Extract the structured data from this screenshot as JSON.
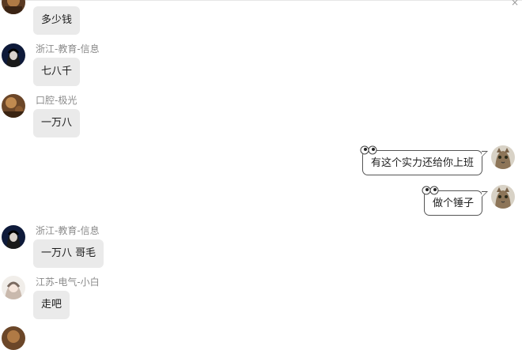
{
  "messages": [
    {
      "side": "left",
      "sender": "",
      "text": "多少钱",
      "avatar": "brown-avatar"
    },
    {
      "side": "left",
      "sender": "浙江-教育-信息",
      "text": "七八千",
      "avatar": "dark-avatar"
    },
    {
      "side": "left",
      "sender": "口腔-极光",
      "text": "一万八",
      "avatar": "brown-avatar"
    },
    {
      "side": "right",
      "text": "有这个实力还给你上班",
      "avatar": "cat-avatar"
    },
    {
      "side": "right",
      "text": "做个锤子",
      "avatar": "cat-avatar"
    },
    {
      "side": "left",
      "sender": "浙江-教育-信息",
      "text": "一万八 哥毛",
      "avatar": "dark-avatar"
    },
    {
      "side": "left",
      "sender": "江苏-电气-小白",
      "text": "走吧",
      "avatar": "light-avatar"
    }
  ],
  "window": {
    "close_glyph": "×"
  },
  "colors": {
    "left_bubble": "#eaeaea",
    "right_bubble_border": "#555555",
    "sender_text": "#8a8a8a"
  }
}
